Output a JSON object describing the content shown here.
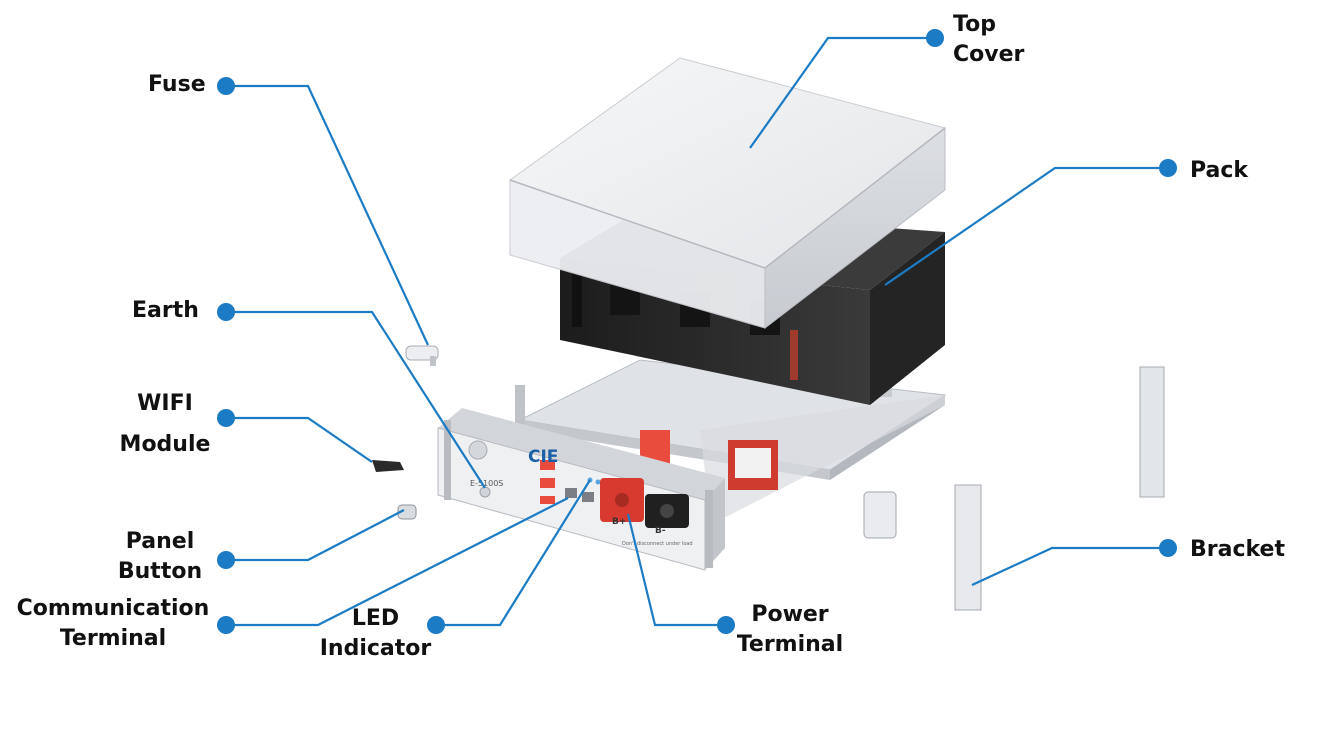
{
  "colors": {
    "callout": "#1b7bc4",
    "label_text": "#111111",
    "sheet_metal": "#e9ebee",
    "pack_body": "#262626",
    "terminal_red": "#d93a2f"
  },
  "device": {
    "logo": "CIE",
    "model": "E-5100S",
    "marks": [
      "B+",
      "B-"
    ],
    "warning": "Don't disconnect under load"
  },
  "callouts": [
    {
      "id": "top-cover",
      "lines": [
        "Top",
        "Cover"
      ]
    },
    {
      "id": "fuse",
      "lines": [
        "Fuse"
      ]
    },
    {
      "id": "pack",
      "lines": [
        "Pack"
      ]
    },
    {
      "id": "earth",
      "lines": [
        "Earth"
      ]
    },
    {
      "id": "wifi-module",
      "lines": [
        "WIFI",
        "Module"
      ]
    },
    {
      "id": "bracket",
      "lines": [
        "Bracket"
      ]
    },
    {
      "id": "panel-button",
      "lines": [
        "Panel",
        "Button"
      ]
    },
    {
      "id": "communication-terminal",
      "lines": [
        "Communication",
        "Terminal"
      ]
    },
    {
      "id": "led-indicator",
      "lines": [
        "LED",
        "Indicator"
      ]
    },
    {
      "id": "power-terminal",
      "lines": [
        "Power",
        "Terminal"
      ]
    }
  ]
}
